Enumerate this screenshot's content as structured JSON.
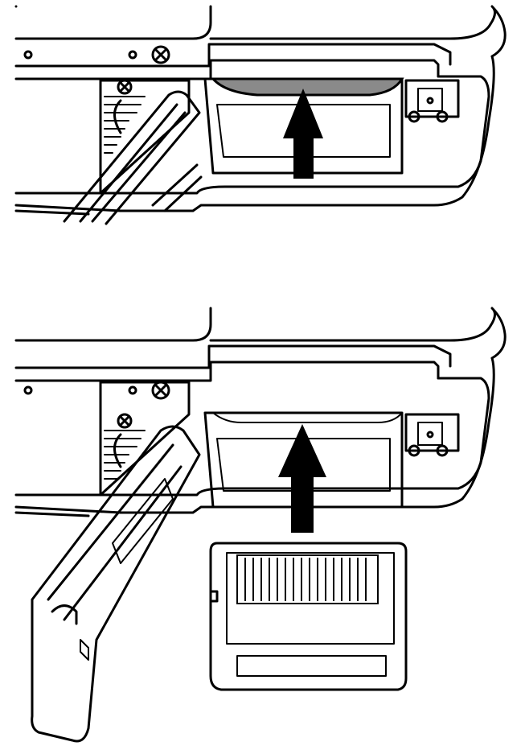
{
  "diagram": {
    "panels": [
      {
        "id": "top",
        "description_visible_text": "",
        "arrow_direction": "up",
        "card_visible": false,
        "card_inserted": true
      },
      {
        "id": "bottom",
        "description_visible_text": "",
        "arrow_direction": "up",
        "card_visible": true,
        "card_inserted": false
      }
    ],
    "colors": {
      "line": "#000000",
      "background": "#ffffff",
      "card_edge_fill": "#8a8a8a"
    },
    "icons": [
      "screw-icon",
      "insert-arrow-icon",
      "memory-card-icon"
    ]
  }
}
